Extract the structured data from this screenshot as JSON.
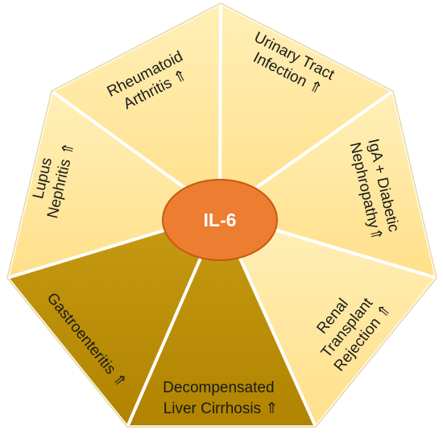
{
  "center": {
    "label": "IL-6",
    "fill": "#ED7D31",
    "stroke": "#C55A11"
  },
  "colors": {
    "light_segment": "#FFE699",
    "dark_segment": "#BF9000",
    "separator": "#ffffff"
  },
  "segments": [
    {
      "id": "rheumatoid-arthritis",
      "lines": [
        "Rheumatoid",
        "Arthritis ⇑"
      ],
      "tone": "light"
    },
    {
      "id": "urinary-tract-infection",
      "lines": [
        "Urinary Tract",
        "Infection ⇑"
      ],
      "tone": "light"
    },
    {
      "id": "iga-diabetic-nephropathy",
      "lines": [
        "IgA + Diabetic",
        "Nephropathy⇑"
      ],
      "tone": "light"
    },
    {
      "id": "renal-transplant-rejection",
      "lines": [
        "Renal",
        "Transplant",
        "Rejection ⇑"
      ],
      "tone": "light"
    },
    {
      "id": "decompensated-liver-cirrhosis",
      "lines": [
        "Decompensated",
        "Liver Cirrhosis ⇑"
      ],
      "tone": "dark"
    },
    {
      "id": "gastroenteritis",
      "lines": [
        "Gastroenteritis ⇑"
      ],
      "tone": "dark"
    },
    {
      "id": "lupus-nephritis",
      "lines": [
        "Lupus",
        "Nephritis ⇑"
      ],
      "tone": "light"
    }
  ]
}
